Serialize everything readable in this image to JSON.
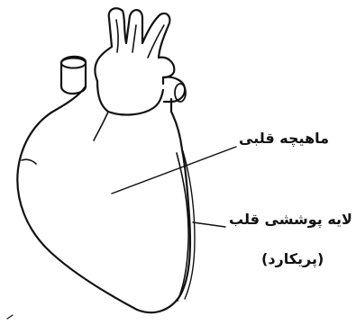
{
  "diagram": {
    "labels": {
      "myocardium": "ماهیچه قلبی",
      "pericardium": "لایه پوششی قلب",
      "pericardium_sub": "(پریکارد)"
    }
  },
  "colors": {
    "ink": "#111111",
    "background": "#ffffff"
  }
}
